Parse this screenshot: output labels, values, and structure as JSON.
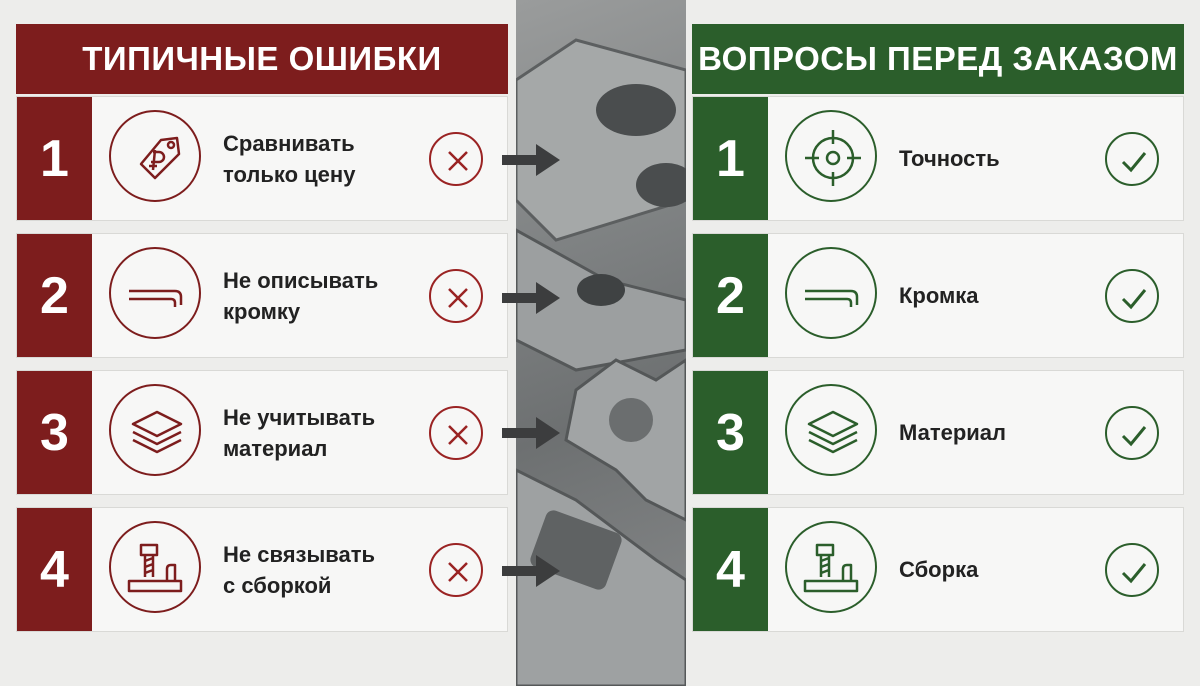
{
  "mistakes": {
    "title": "ТИПИЧНЫЕ ОШИБКИ",
    "items": [
      {
        "num": "1",
        "text": "Сравнивать\nтолько цену",
        "icon": "ruble-tag-icon"
      },
      {
        "num": "2",
        "text": "Не описывать\nкромку",
        "icon": "edge-profile-icon"
      },
      {
        "num": "3",
        "text": "Не учитывать\nматериал",
        "icon": "material-layers-icon"
      },
      {
        "num": "4",
        "text": "Не связывать\nс сборкой",
        "icon": "assembly-bolt-icon"
      }
    ],
    "mark_icon": "cross-icon",
    "color": "#7d1d1d"
  },
  "questions": {
    "title": "ВОПРОСЫ ПЕРЕД ЗАКАЗОМ",
    "items": [
      {
        "num": "1",
        "text": "Точность",
        "icon": "target-crosshair-icon"
      },
      {
        "num": "2",
        "text": "Кромка",
        "icon": "edge-profile-icon"
      },
      {
        "num": "3",
        "text": "Материал",
        "icon": "material-layers-icon"
      },
      {
        "num": "4",
        "text": "Сборка",
        "icon": "assembly-bolt-icon"
      }
    ],
    "mark_icon": "check-icon",
    "color": "#2b5e2b"
  }
}
